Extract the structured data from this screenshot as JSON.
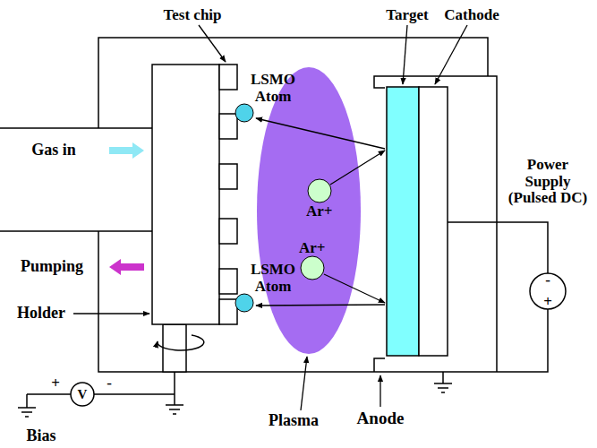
{
  "diagram": {
    "nodes": [
      {
        "text": [
          "LSMO Atom"
        ]
      },
      {
        "text": [
          "Ar+"
        ]
      },
      {
        "text": [
          "Ar+"
        ]
      },
      {
        "text": [
          "LSMO Atom"
        ]
      }
    ],
    "labels": [
      "Test chip",
      "Target",
      "Cathode",
      "Gas in",
      "Pumping",
      "Holder",
      "Power Supply (Pulsed DC)",
      "Plasma",
      "Anode",
      "Bias",
      "+",
      "-",
      "-",
      "+",
      "V"
    ]
  }
}
